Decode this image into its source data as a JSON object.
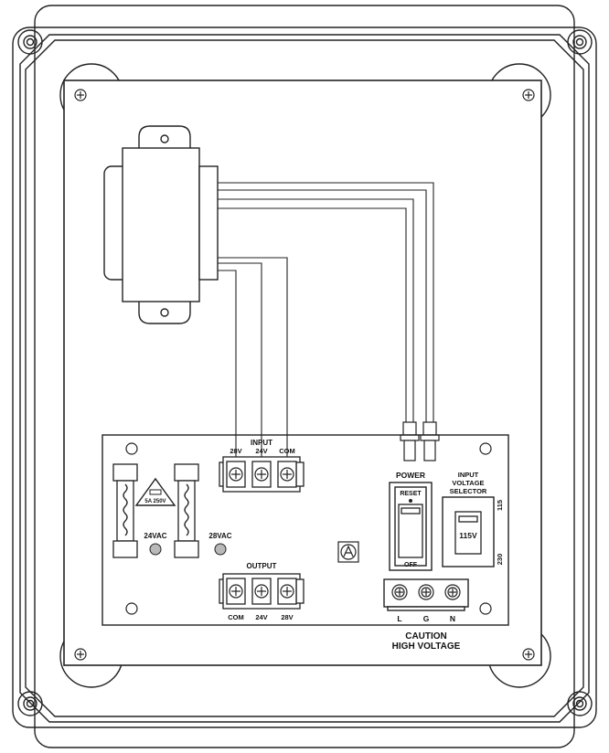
{
  "input_block": {
    "title": "INPUT",
    "terminals": [
      "28V",
      "24V",
      "COM"
    ]
  },
  "output_block": {
    "title": "OUTPUT",
    "terminals": [
      "COM",
      "24V",
      "28V"
    ]
  },
  "fuse_rating": "5A 250V",
  "indicators": {
    "left": "24VAC",
    "right": "28VAC"
  },
  "power_switch": {
    "title": "POWER",
    "on_label": "RESET",
    "off_label": "OFF"
  },
  "voltage_selector": {
    "title_line1": "INPUT",
    "title_line2": "VOLTAGE",
    "title_line3": "SELECTOR",
    "value": "115V",
    "option_top": "115",
    "option_bottom": "230"
  },
  "mains_terminals": [
    "L",
    "G",
    "N"
  ],
  "warning": {
    "line1": "CAUTION",
    "line2": "HIGH VOLTAGE"
  }
}
